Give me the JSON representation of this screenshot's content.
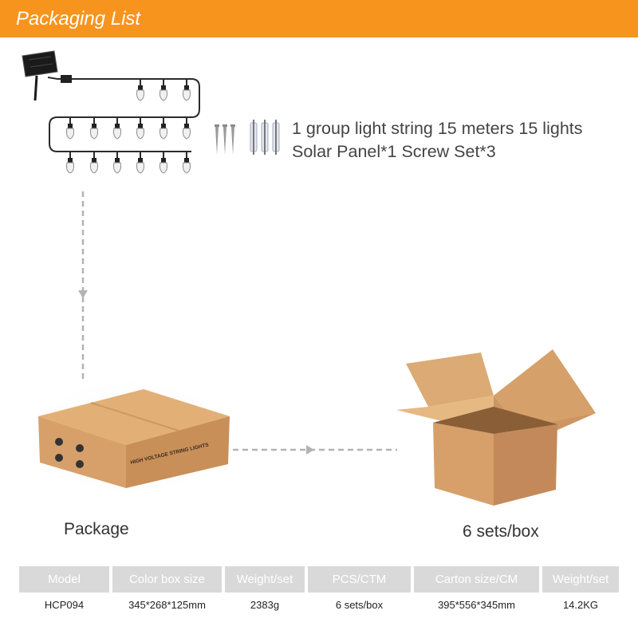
{
  "header": {
    "title": "Packaging List",
    "color": "#f7941e"
  },
  "contents": {
    "line1": "1 group light string 15 meters 15 lights",
    "line2": "Solar Panel*1 Screw Set*3"
  },
  "product_box": {
    "print": "HIGH VOLTAGE STRING LIGHTS"
  },
  "captions": {
    "package": "Package",
    "carton": "6 sets/box"
  },
  "table": {
    "headers": [
      "Model",
      "Color box size",
      "Weight/set",
      "PCS/CTM",
      "Carton size/CM",
      "Weight/set"
    ],
    "row": [
      "HCP094",
      "345*268*125mm",
      "2383g",
      "6 sets/box",
      "395*556*345mm",
      "14.2KG"
    ]
  }
}
